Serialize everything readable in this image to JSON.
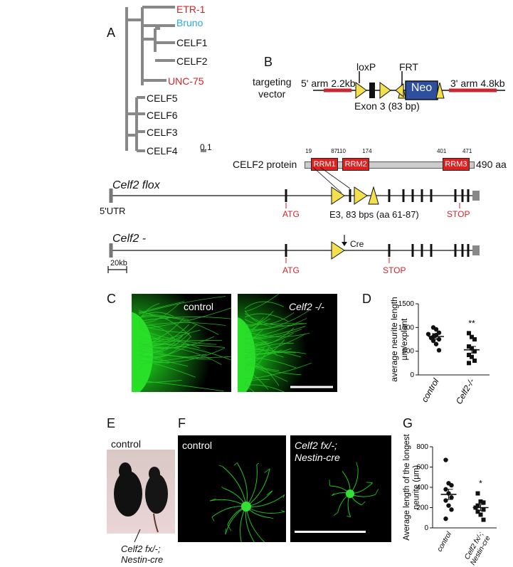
{
  "panel_labels": {
    "a": "A",
    "b": "B",
    "c": "C",
    "d": "D",
    "e": "E",
    "f": "F",
    "g": "G"
  },
  "tree": {
    "scale_label": "0.1",
    "taxa": [
      {
        "name": "ETR-1",
        "color": "#d2232a"
      },
      {
        "name": "Bruno",
        "color": "#2aa8e0"
      },
      {
        "name": "CELF1",
        "color": "#111111"
      },
      {
        "name": "CELF2",
        "color": "#111111"
      },
      {
        "name": "UNC-75",
        "color": "#d2232a"
      },
      {
        "name": "CELF5",
        "color": "#111111"
      },
      {
        "name": "CELF6",
        "color": "#111111"
      },
      {
        "name": "CELF3",
        "color": "#111111"
      },
      {
        "name": "CELF4",
        "color": "#111111"
      }
    ]
  },
  "vector": {
    "title_line1": "targeting",
    "title_line2": "vector",
    "arm5": "5' arm 2.2kb",
    "arm3": "3' arm 4.8kb",
    "loxp": "loxP",
    "frt": "FRT",
    "neo": "Neo",
    "exon": "Exon 3 (83 bp)"
  },
  "protein": {
    "label": "CELF2 protein",
    "length": "490 aa",
    "domains": [
      {
        "name": "RRM1",
        "start": "19",
        "end": "87"
      },
      {
        "name": "RRM2",
        "start": "110",
        "end": "174"
      },
      {
        "name": "RRM3",
        "start": "401",
        "end": "471"
      }
    ]
  },
  "flox": {
    "name": "Celf2 flox",
    "utr": "5'UTR",
    "atg": "ATG",
    "stop": "STOP",
    "exon_note": "E3, 83 bps (aa 61-87)"
  },
  "null": {
    "name": "Celf2 -",
    "cre": "Cre",
    "atg": "ATG",
    "stop": "STOP",
    "scale": "20kb"
  },
  "panel_c": {
    "control": "control",
    "ko": "Celf2 -/-"
  },
  "panel_e": {
    "control": "control",
    "mutant_line1": "Celf2 fx/-;",
    "mutant_line2": "Nestin-cre"
  },
  "panel_f": {
    "control": "control",
    "mutant_line1": "Celf2 fx/-;",
    "mutant_line2": "Nestin-cre"
  },
  "chart_data": [
    {
      "type": "scatter",
      "ylabel": "average neurite length µm/explant",
      "categories": [
        "control",
        "Celf2-/-"
      ],
      "ylim": [
        0,
        1500
      ],
      "yticks": [
        0,
        500,
        1000,
        1500
      ],
      "significance": "**",
      "series": [
        {
          "name": "control",
          "marker": "circle",
          "mean": 810,
          "sem": 60,
          "values": [
            1000,
            960,
            890,
            860,
            840,
            820,
            800,
            780,
            750,
            720,
            650,
            520
          ]
        },
        {
          "name": "Celf2-/-",
          "marker": "square",
          "mean": 530,
          "sem": 70,
          "values": [
            880,
            800,
            750,
            600,
            560,
            500,
            420,
            380,
            300,
            250
          ]
        }
      ]
    },
    {
      "type": "scatter",
      "ylabel": "Average length of the longest neurite (µm)",
      "categories": [
        "control",
        "Celf2 fx/-; Nestin-cre"
      ],
      "ylim": [
        0,
        800
      ],
      "yticks": [
        0,
        200,
        400,
        600,
        800
      ],
      "significance": "*",
      "series": [
        {
          "name": "control",
          "marker": "circle",
          "mean": 330,
          "sem": 50,
          "values": [
            670,
            440,
            420,
            380,
            340,
            300,
            270,
            220,
            180,
            90
          ]
        },
        {
          "name": "Celf2 fx/-; Nestin-cre",
          "marker": "square",
          "mean": 200,
          "sem": 30,
          "values": [
            340,
            260,
            250,
            220,
            200,
            180,
            160,
            130,
            80
          ]
        }
      ]
    }
  ]
}
